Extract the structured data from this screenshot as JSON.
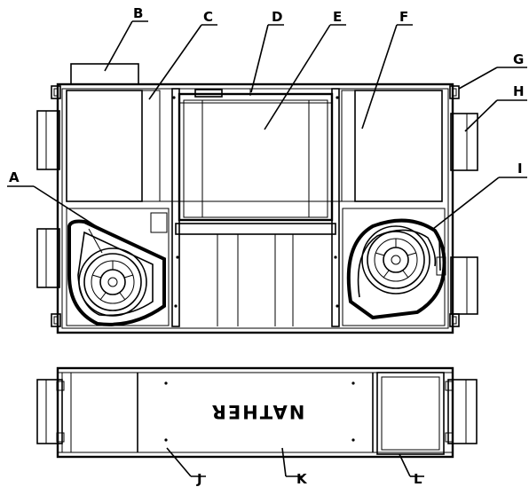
{
  "callouts": {
    "A": "A",
    "B": "B",
    "C": "C",
    "D": "D",
    "E": "E",
    "F": "F",
    "G": "G",
    "H": "H",
    "I": "I",
    "J": "J",
    "K": "K",
    "L": "L"
  },
  "brand_text": "NATHER"
}
